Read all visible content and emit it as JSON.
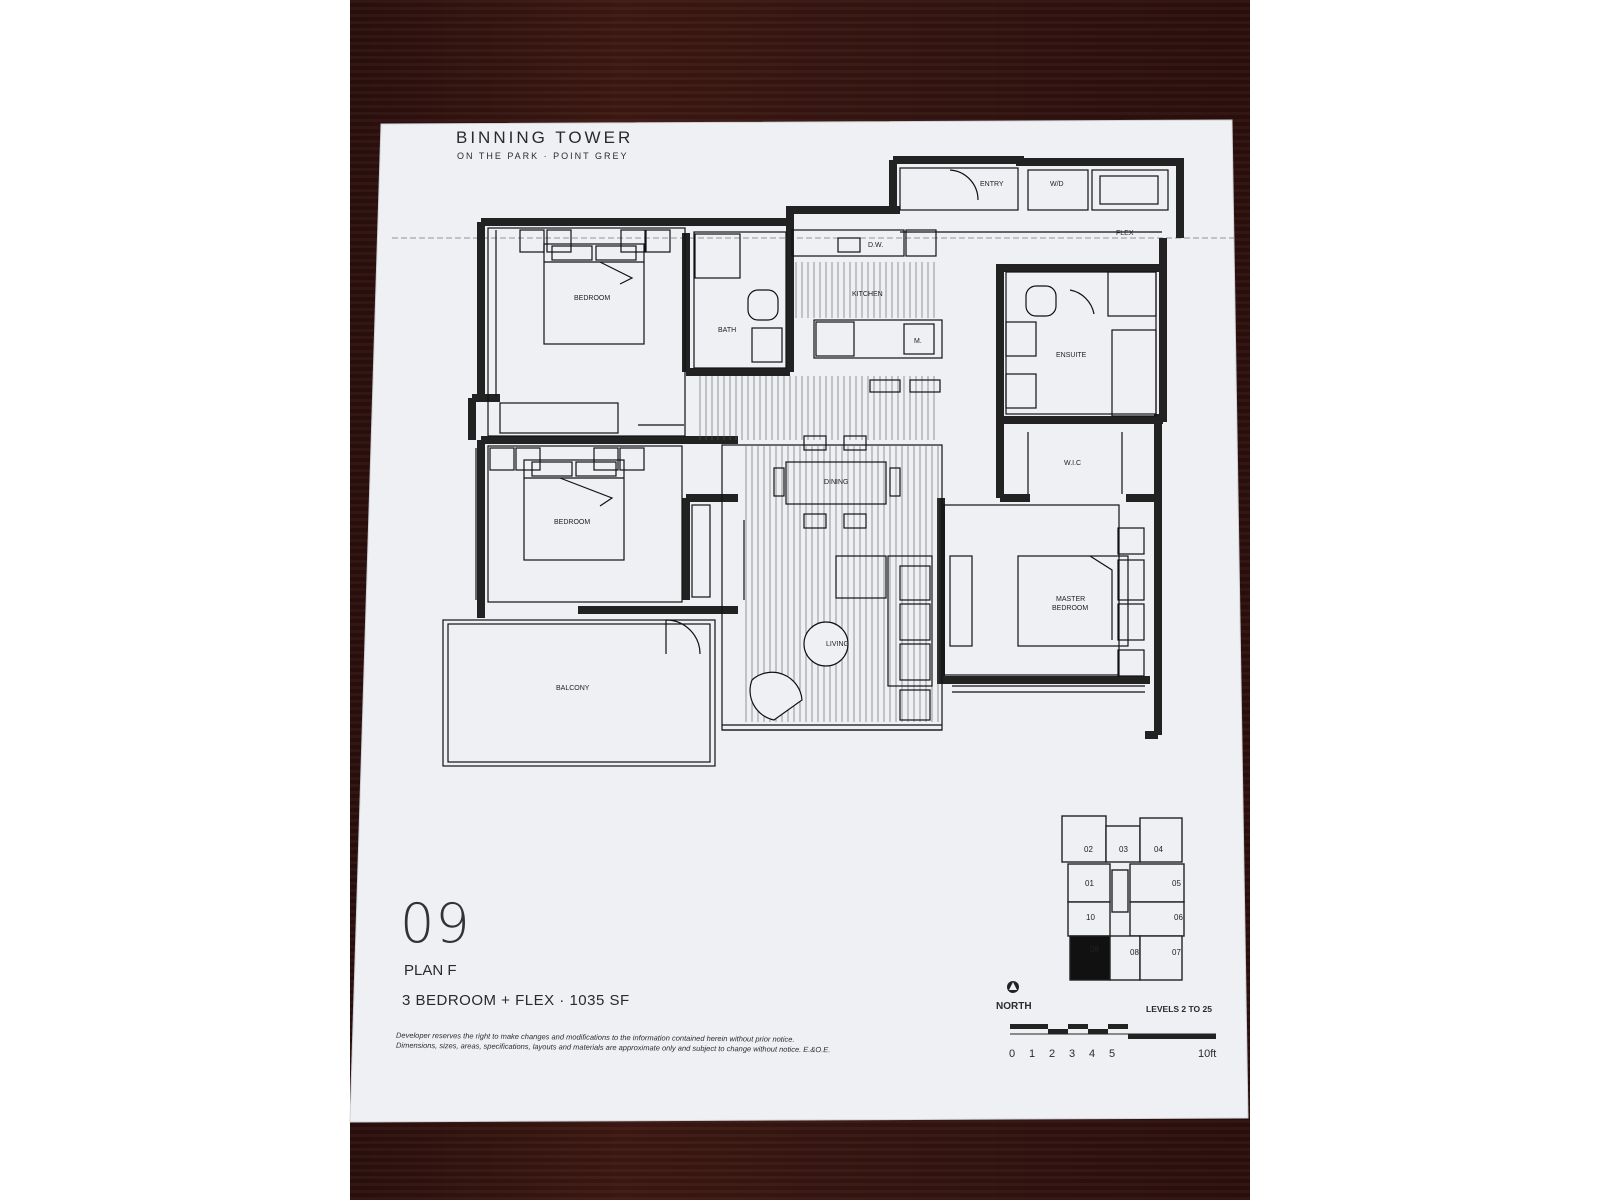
{
  "header": {
    "title": "BINNING TOWER",
    "subtitle": "ON THE PARK · POINT GREY"
  },
  "plan": {
    "unit_number": "09",
    "plan_name": "PLAN F",
    "description": "3 BEDROOM + FLEX · 1035 SF",
    "disclaimer": "Developer reserves the right to make changes and modifications to the information contained herein without prior notice. Dimensions, sizes, areas, specifications, layouts and materials are approximate only and subject to change without notice. E.&O.E."
  },
  "rooms": {
    "entry": "ENTRY",
    "wd": "W/D",
    "dw": "D.W.",
    "flex": "FLEX",
    "bedroom1": "BEDROOM",
    "bath": "BATH",
    "kitchen": "KITCHEN",
    "microwave": "M.",
    "ensuite": "ENSUITE",
    "bedroom2": "BEDROOM",
    "dining": "DINING",
    "wic": "W.I.C",
    "master_line1": "MASTER",
    "master_line2": "BEDROOM",
    "living": "LIVING",
    "balcony": "BALCONY"
  },
  "key_plan": {
    "units": [
      "02",
      "03",
      "04",
      "01",
      "05",
      "10",
      "06",
      "09",
      "08",
      "07"
    ],
    "highlighted": "09",
    "north_label": "NORTH",
    "levels": "LEVELS 2 TO 25"
  },
  "scale": {
    "ticks": [
      "0",
      "1",
      "2",
      "3",
      "4",
      "5"
    ],
    "end_label": "10ft"
  }
}
